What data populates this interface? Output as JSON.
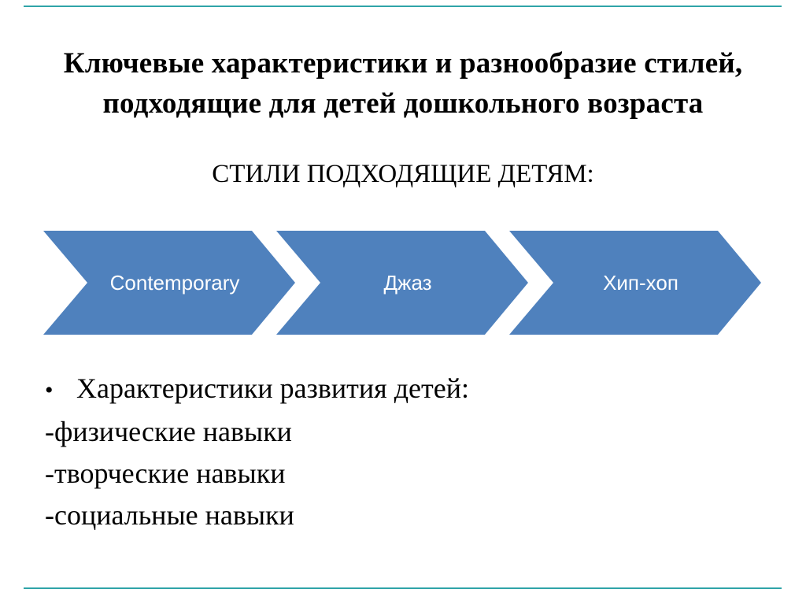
{
  "slide": {
    "title": "Ключевые характеристики и разнообразие стилей,\nподходящие для детей дошкольного возраста",
    "subtitle": "СТИЛИ ПОДХОДЯЩИЕ ДЕТЯМ:",
    "process": {
      "items": [
        {
          "label": "Contemporary"
        },
        {
          "label": "Джаз"
        },
        {
          "label": "Хип-хоп"
        }
      ],
      "arrow_color": "#4f81bd",
      "label_color": "#ffffff"
    },
    "list": {
      "bullet_glyph": "•",
      "lead_item": "Характеристики развития детей:",
      "sub_items": [
        "-физические навыки",
        "-творческие навыки",
        "-социальные навыки"
      ]
    },
    "colors": {
      "accent_rule": "#2fa4a8",
      "text": "#000000",
      "background": "#ffffff"
    }
  }
}
